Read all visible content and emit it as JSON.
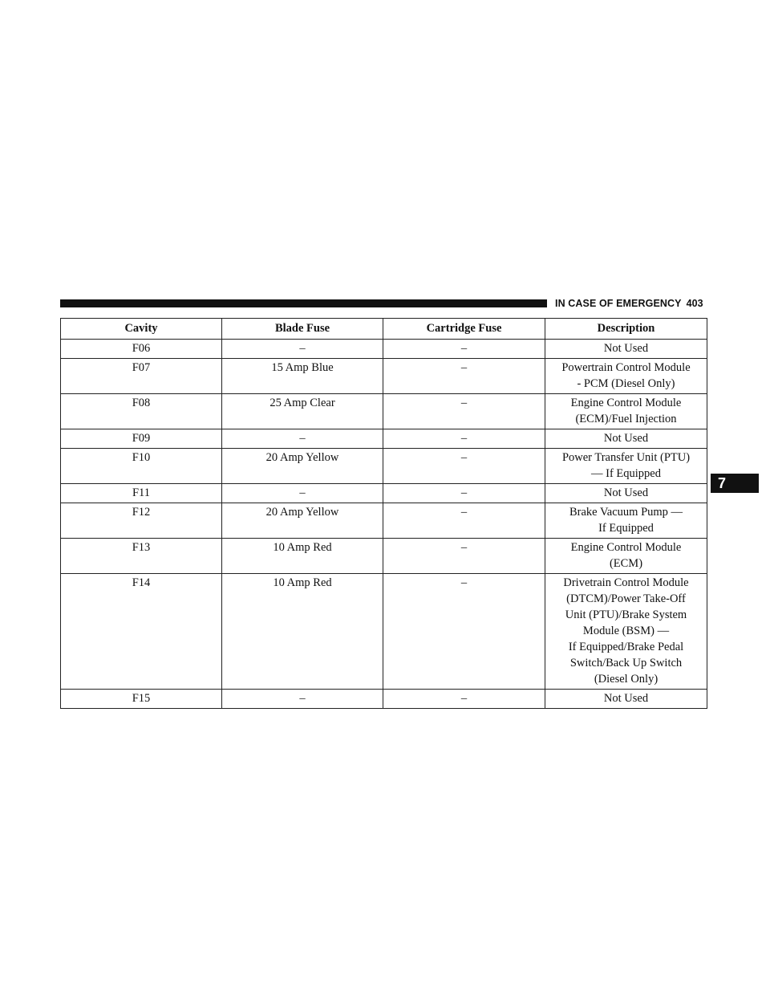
{
  "header": {
    "section_title": "IN CASE OF EMERGENCY",
    "page_number": "403"
  },
  "chapter_tab": "7",
  "table": {
    "columns": [
      "Cavity",
      "Blade Fuse",
      "Cartridge Fuse",
      "Description"
    ],
    "rows": [
      {
        "cavity": "F06",
        "blade": "–",
        "cartridge": "–",
        "description": [
          "Not Used"
        ]
      },
      {
        "cavity": "F07",
        "blade": "15 Amp Blue",
        "cartridge": "–",
        "description": [
          "Powertrain Control Module",
          "- PCM (Diesel Only)"
        ]
      },
      {
        "cavity": "F08",
        "blade": "25 Amp Clear",
        "cartridge": "–",
        "description": [
          "Engine Control Module",
          "(ECM)/Fuel Injection"
        ]
      },
      {
        "cavity": "F09",
        "blade": "–",
        "cartridge": "–",
        "description": [
          "Not Used"
        ]
      },
      {
        "cavity": "F10",
        "blade": "20 Amp Yellow",
        "cartridge": "–",
        "description": [
          "Power Transfer Unit (PTU)",
          "— If Equipped"
        ]
      },
      {
        "cavity": "F11",
        "blade": "–",
        "cartridge": "–",
        "description": [
          "Not Used"
        ]
      },
      {
        "cavity": "F12",
        "blade": "20 Amp Yellow",
        "cartridge": "–",
        "description": [
          "Brake Vacuum Pump —",
          "If Equipped"
        ]
      },
      {
        "cavity": "F13",
        "blade": "10 Amp Red",
        "cartridge": "–",
        "description": [
          "Engine Control Module",
          "(ECM)"
        ]
      },
      {
        "cavity": "F14",
        "blade": "10 Amp Red",
        "cartridge": "–",
        "description": [
          "Drivetrain Control Module",
          "(DTCM)/Power Take-Off",
          "Unit (PTU)/Brake System",
          "Module (BSM) —",
          "If Equipped/Brake Pedal",
          "Switch/Back Up Switch",
          "(Diesel Only)"
        ]
      },
      {
        "cavity": "F15",
        "blade": "–",
        "cartridge": "–",
        "description": [
          "Not Used"
        ]
      }
    ]
  }
}
